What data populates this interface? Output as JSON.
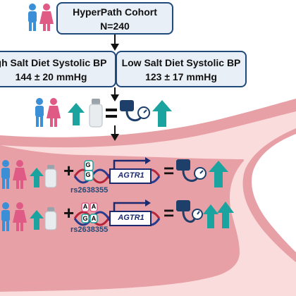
{
  "cohort": {
    "title": "HyperPath Cohort",
    "n": "N=240"
  },
  "high_salt": {
    "title": "gh Salt Diet Systolic BP",
    "value": "144 ± 20 mmHg"
  },
  "low_salt": {
    "title": "Low Salt Diet Systolic BP",
    "value": "123 ± 17 mmHg"
  },
  "row1": {
    "snp": "rs2638355",
    "gene": "AGTR1",
    "allele_top": "G",
    "allele_bottom": "G"
  },
  "row2": {
    "snp": "rs2638355",
    "gene": "AGTR1",
    "allele_top": "A",
    "allele_bottom": "A",
    "allele_mid_left": "G",
    "allele_mid_right": "A"
  },
  "colors": {
    "arrow_teal": "#1aa39f",
    "male_blue": "#3a8fd6",
    "female_pink": "#e05a86",
    "vessel_wall": "#e7a0a6",
    "vessel_lumen": "#fbdcdc",
    "box_border": "#1f4a7a",
    "box_fill": "#e9eff6",
    "dna_red": "#b5253a",
    "dna_blue": "#283b8c"
  }
}
